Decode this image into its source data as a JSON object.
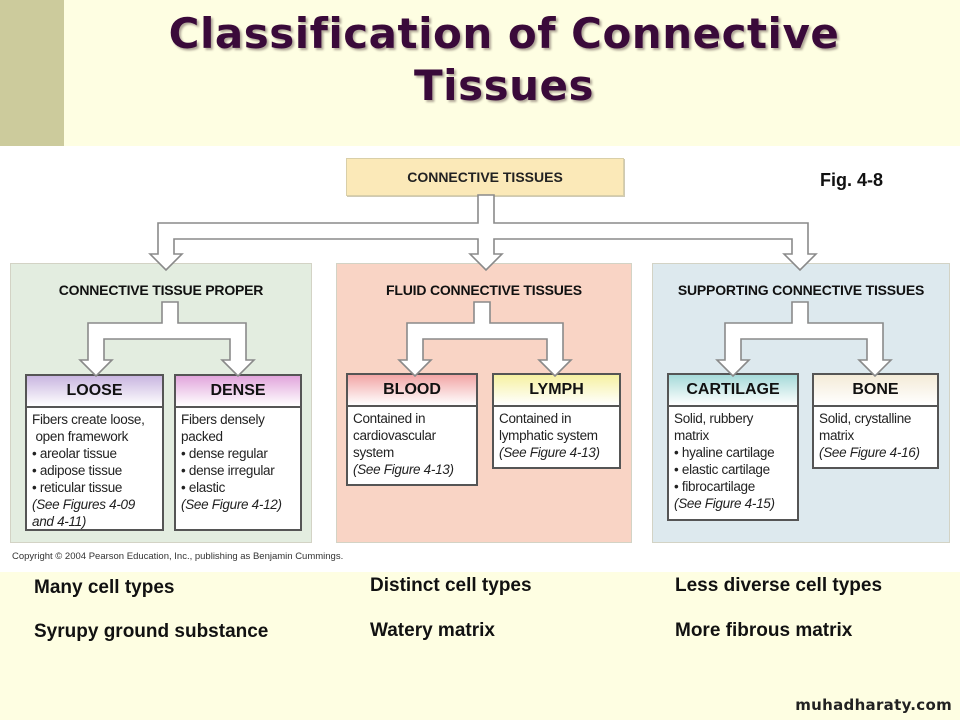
{
  "slide": {
    "title_line1": "Classification of Connective",
    "title_line2": "Tissues",
    "fig_label": "Fig. 4-8",
    "copyright": "Copyright © 2004 Pearson Education, Inc., publishing as Benjamin Cummings.",
    "watermark": "muhadharaty.com"
  },
  "diagram": {
    "root": "CONNECTIVE TISSUES",
    "colors": {
      "proper_bg": "#e3ede0",
      "fluid_bg": "#f9d4c5",
      "supporting_bg": "#dde9ee",
      "loose_head": "#c9b6e0",
      "dense_head": "#e1a6dc",
      "blood_head": "#f2a6a6",
      "lymph_head": "#f6f1a2",
      "cartilage_head": "#a6dad9",
      "bone_head": "#f4ebd8"
    },
    "categories": [
      {
        "title": "CONNECTIVE TISSUE PROPER",
        "children": [
          {
            "name": "LOOSE",
            "lines": [
              "Fibers create loose,",
              " open framework",
              "• areolar tissue",
              "• adipose tissue",
              "• reticular tissue"
            ],
            "ref": [
              "(See Figures 4-09",
              "and 4-11)"
            ]
          },
          {
            "name": "DENSE",
            "lines": [
              "Fibers densely",
              "packed",
              "• dense regular",
              "• dense irregular",
              "• elastic"
            ],
            "ref": [
              "(See Figure 4-12)"
            ]
          }
        ]
      },
      {
        "title": "FLUID CONNECTIVE TISSUES",
        "children": [
          {
            "name": "BLOOD",
            "lines": [
              "Contained in",
              "cardiovascular",
              "system"
            ],
            "ref": [
              "(See Figure 4-13)"
            ]
          },
          {
            "name": "LYMPH",
            "lines": [
              "Contained in",
              "lymphatic system"
            ],
            "ref": [
              "(See Figure 4-13)"
            ]
          }
        ]
      },
      {
        "title": "SUPPORTING CONNECTIVE TISSUES",
        "children": [
          {
            "name": "CARTILAGE",
            "lines": [
              "Solid, rubbery",
              "matrix",
              "• hyaline cartilage",
              "• elastic cartilage",
              "• fibrocartilage"
            ],
            "ref": [
              "(See Figure 4-15)"
            ]
          },
          {
            "name": "BONE",
            "lines": [
              "Solid, crystalline",
              "matrix"
            ],
            "ref": [
              "(See Figure 4-16)"
            ]
          }
        ]
      }
    ]
  },
  "notes": [
    {
      "line1": "Many cell types",
      "line2": "Syrupy ground substance"
    },
    {
      "line1": "Distinct cell types",
      "line2": "Watery matrix"
    },
    {
      "line1": "Less diverse cell types",
      "line2": "More fibrous matrix"
    }
  ]
}
